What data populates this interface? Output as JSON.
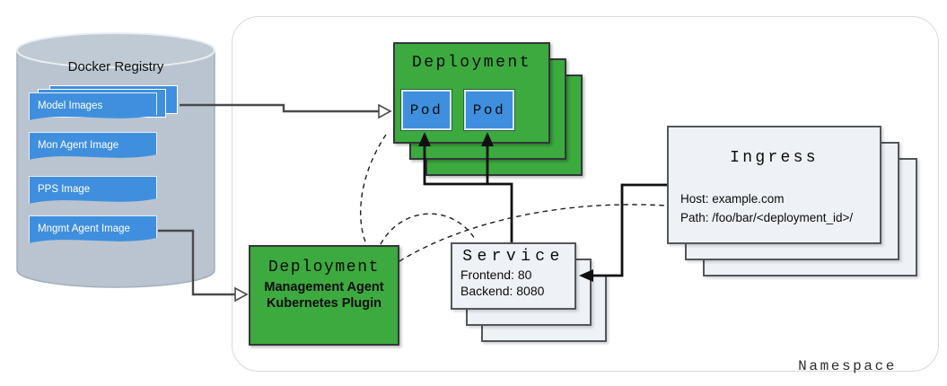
{
  "colors": {
    "green": "#3caa3e",
    "blue": "#3f8fde",
    "cylinder_gray": "#b9c4d0",
    "panel_gray": "#eef1f5",
    "box_border": "#33373a",
    "namespace_border": "#d9d9d9",
    "arrow_gray": "#4a4a4a",
    "arrow_black": "#101010"
  },
  "registry": {
    "title": "Docker Registry",
    "images": [
      {
        "label": "Model Images"
      },
      {
        "label": "Mon Agent Image"
      },
      {
        "label": "PPS Image"
      },
      {
        "label": "Mngmt Agent Image"
      }
    ]
  },
  "namespace": {
    "label": "Namespace"
  },
  "deployment": {
    "title": "Deployment",
    "pods": [
      {
        "label": "Pod"
      },
      {
        "label": "Pod"
      }
    ]
  },
  "management_deployment": {
    "title": "Deployment",
    "subtitle1": "Management Agent",
    "subtitle2": "Kubernetes Plugin"
  },
  "service": {
    "title": "Service",
    "frontend": "Frontend: 80",
    "backend": "Backend: 8080"
  },
  "ingress": {
    "title": "Ingress",
    "host": "Host: example.com",
    "path": "Path: /foo/bar/<deployment_id>/"
  },
  "edges": [
    {
      "from": "model-images",
      "to": "deployment-pods",
      "style": "solid-open-arrow"
    },
    {
      "from": "mngmt-agent-image",
      "to": "management-deployment",
      "style": "solid-open-arrow"
    },
    {
      "from": "service",
      "to": "pod-1",
      "style": "solid-filled-arrow"
    },
    {
      "from": "service",
      "to": "pod-2",
      "style": "solid-filled-arrow"
    },
    {
      "from": "ingress",
      "to": "service",
      "style": "solid-filled-arrow"
    },
    {
      "from": "management-deployment",
      "to": "deployment",
      "style": "dashed"
    },
    {
      "from": "management-deployment",
      "to": "service",
      "style": "dashed"
    },
    {
      "from": "management-deployment",
      "to": "ingress",
      "style": "dashed"
    }
  ]
}
